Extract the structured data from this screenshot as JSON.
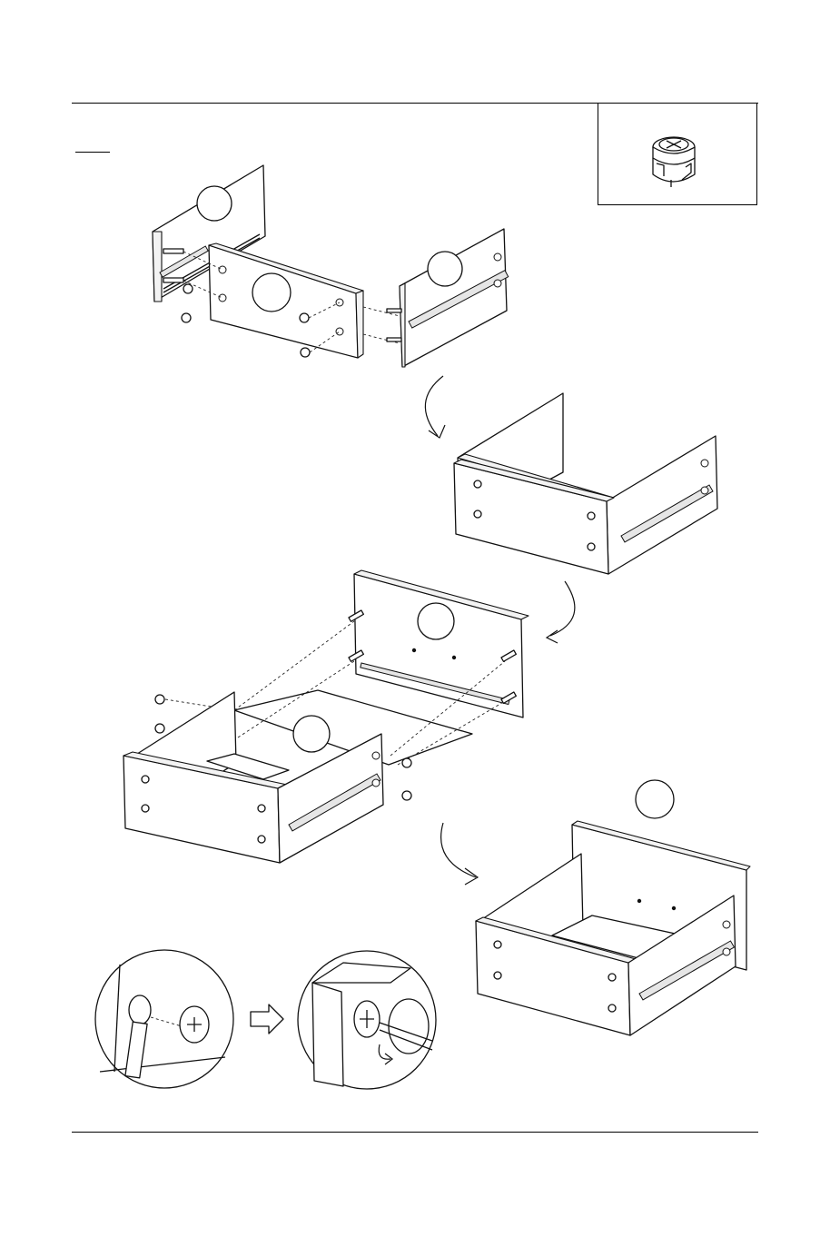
{
  "page": {
    "background": "#ffffff",
    "line_color": "#000000"
  },
  "hardware_box": {
    "icon": "cam-lock-fitting-icon"
  },
  "steps": [
    {
      "name": "attach-sides-to-front",
      "icon": "panel-assembly-icon"
    },
    {
      "name": "attach-back-and-bottom",
      "icon": "panel-assembly-icon"
    },
    {
      "name": "finished-drawer",
      "icon": "drawer-box-icon"
    }
  ],
  "detail": {
    "left_icon": "screwdriver-insert-cam-icon",
    "arrow_icon": "right-arrow-icon",
    "right_icon": "tighten-cam-clockwise-icon"
  }
}
